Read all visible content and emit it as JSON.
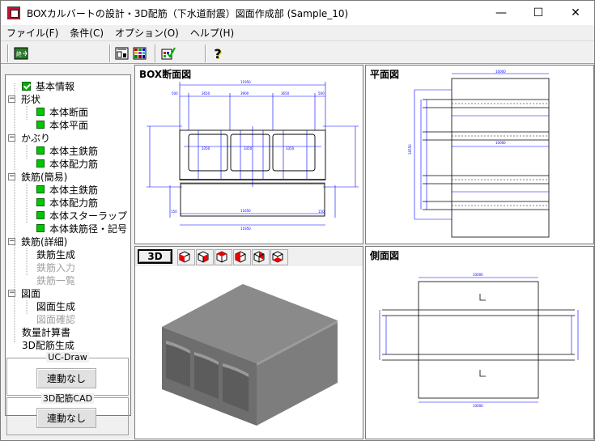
{
  "window": {
    "title": "BOXカルバートの設計・3D配筋（下水道耐震）図面作成部 (Sample_10)",
    "minimize": "—",
    "maximize": "☐",
    "close": "✕"
  },
  "menu": [
    "ファイル(F)",
    "条件(C)",
    "オプション(O)",
    "ヘルプ(H)"
  ],
  "toolbar": {
    "icons": [
      "exit-icon",
      "layout-icon",
      "table-icon",
      "check-settings-icon",
      "help-icon"
    ],
    "help_glyph": "?"
  },
  "tree": [
    {
      "label": "基本情報",
      "kind": "check",
      "level": 1
    },
    {
      "label": "形状",
      "kind": "expand",
      "level": 0
    },
    {
      "label": "本体断面",
      "kind": "square",
      "level": 2
    },
    {
      "label": "本体平面",
      "kind": "square",
      "level": 2
    },
    {
      "label": "かぶり",
      "kind": "expand",
      "level": 0
    },
    {
      "label": "本体主鉄筋",
      "kind": "square",
      "level": 2
    },
    {
      "label": "本体配力筋",
      "kind": "square",
      "level": 2
    },
    {
      "label": "鉄筋(簡易)",
      "kind": "expand",
      "level": 0
    },
    {
      "label": "本体主鉄筋",
      "kind": "square",
      "level": 2
    },
    {
      "label": "本体配力筋",
      "kind": "square",
      "level": 2
    },
    {
      "label": "本体スターラップ",
      "kind": "square",
      "level": 2
    },
    {
      "label": "本体鉄筋径・記号",
      "kind": "square",
      "level": 2
    },
    {
      "label": "鉄筋(詳細)",
      "kind": "expand",
      "level": 0
    },
    {
      "label": "鉄筋生成",
      "kind": "plain",
      "level": 2
    },
    {
      "label": "鉄筋入力",
      "kind": "grey",
      "level": 2
    },
    {
      "label": "鉄筋一覧",
      "kind": "grey",
      "level": 2
    },
    {
      "label": "図面",
      "kind": "expand",
      "level": 0
    },
    {
      "label": "図面生成",
      "kind": "plain",
      "level": 2
    },
    {
      "label": "図面確認",
      "kind": "grey",
      "level": 2
    },
    {
      "label": "数量計算書",
      "kind": "plain",
      "level": 1
    },
    {
      "label": "3D配筋生成",
      "kind": "plain",
      "level": 1
    }
  ],
  "ucdraw": {
    "title": "UC-Draw",
    "button": "連動なし"
  },
  "cad3d": {
    "title": "3D配筋CAD",
    "button": "連動なし"
  },
  "panels": {
    "section": {
      "title": "BOX断面図"
    },
    "plan": {
      "title": "平面図"
    },
    "view3d": {
      "button": "3D"
    },
    "side": {
      "title": "側面図"
    }
  },
  "colors": {
    "accent_green": "#00c800",
    "dim_blue": "#0000ff",
    "box_grey": "#8a8a8a"
  }
}
